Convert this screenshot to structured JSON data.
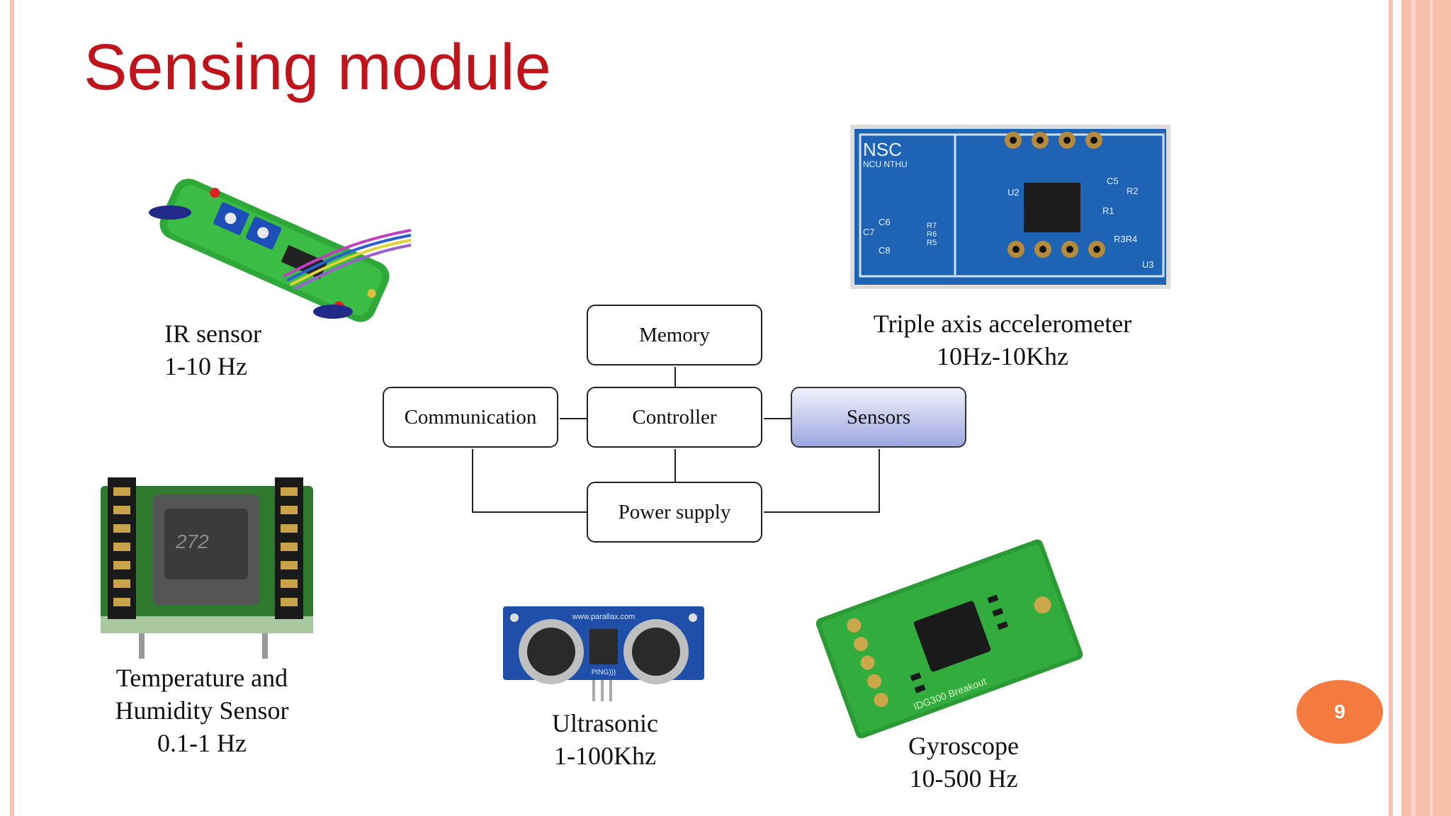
{
  "slide": {
    "title": "Sensing module",
    "page_number": "9"
  },
  "sensors": {
    "ir": {
      "name": "IR sensor",
      "range": "1-10 Hz"
    },
    "accelerometer": {
      "name": "Triple axis accelerometer",
      "range": "10Hz-10Khz",
      "board_text": {
        "brand": "NSC",
        "line1": "NCU NTHU",
        "u2": "U2",
        "u3": "U3",
        "c5": "C5",
        "r1": "R1",
        "r2": "R2",
        "r3r4": "R3R4",
        "c6": "C6",
        "c7": "C7",
        "c8": "C8",
        "r5": "R5",
        "r6": "R6",
        "r7": "R7"
      }
    },
    "temp_humidity": {
      "line1": "Temperature and",
      "line2": "Humidity Sensor",
      "range": "0.1-1 Hz",
      "chip_text": "272"
    },
    "ultrasonic": {
      "name": "Ultrasonic",
      "range": "1-100Khz",
      "board_text": "www.parallax.com",
      "model": "PING)))"
    },
    "gyroscope": {
      "name": "Gyroscope",
      "range": "10-500 Hz",
      "board_text": "IDG300 Breakout"
    }
  },
  "diagram": {
    "memory": "Memory",
    "communication": "Communication",
    "controller": "Controller",
    "sensors": "Sensors",
    "power_supply": "Power supply"
  },
  "colors": {
    "title": "#c0141b",
    "badge": "#f47a3f",
    "border": "#f6c3b3",
    "sensors_box_bottom": "#9ca6e0"
  }
}
